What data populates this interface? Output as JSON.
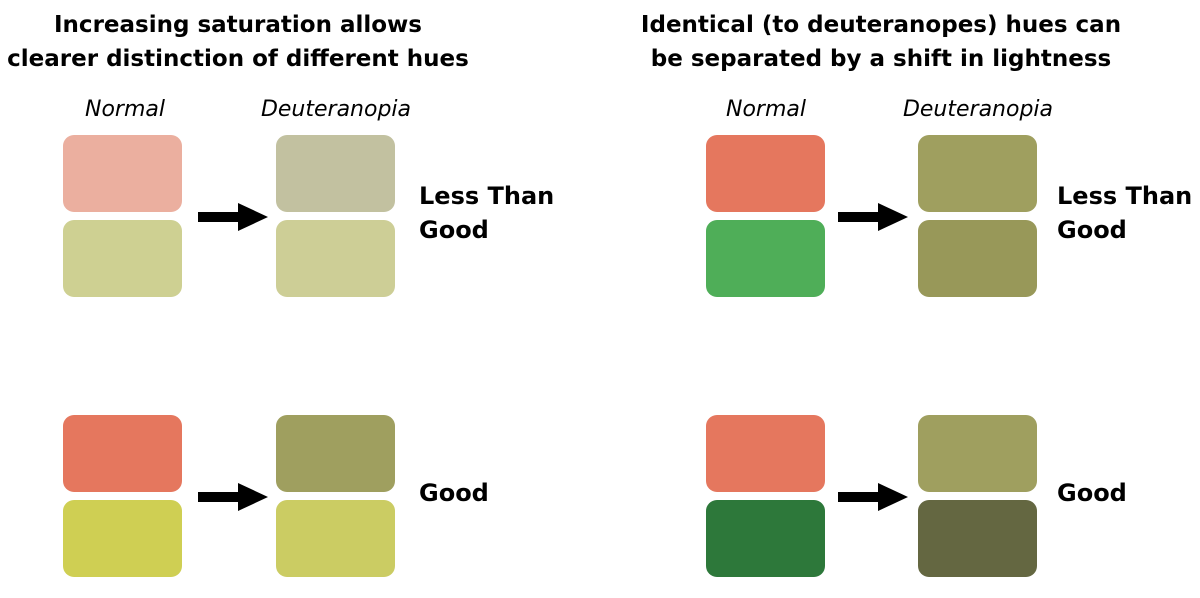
{
  "panels": [
    {
      "title": "Increasing saturation allows\nclearer distinction of different hues",
      "normal_label": "Normal",
      "deut_label": "Deuteranopia",
      "groups": [
        {
          "verdict": "Less Than\nGood",
          "normal_top_color": "#ebaf9f",
          "normal_bottom_color": "#ced092",
          "deut_top_color": "#c2c1a0",
          "deut_bottom_color": "#cdce96"
        },
        {
          "verdict": "Good",
          "normal_top_color": "#e5775e",
          "normal_bottom_color": "#cfcf53",
          "deut_top_color": "#9f9f5f",
          "deut_bottom_color": "#cbcc63"
        }
      ]
    },
    {
      "title": "Identical (to deuteranopes) hues can\nbe separated by a shift in lightness",
      "normal_label": "Normal",
      "deut_label": "Deuteranopia",
      "groups": [
        {
          "verdict": "Less Than\nGood",
          "normal_top_color": "#e5775e",
          "normal_bottom_color": "#4fae58",
          "deut_top_color": "#9f9f5f",
          "deut_bottom_color": "#989859"
        },
        {
          "verdict": "Good",
          "normal_top_color": "#e5775e",
          "normal_bottom_color": "#2d783a",
          "deut_top_color": "#9f9f5f",
          "deut_bottom_color": "#646741"
        }
      ]
    }
  ]
}
